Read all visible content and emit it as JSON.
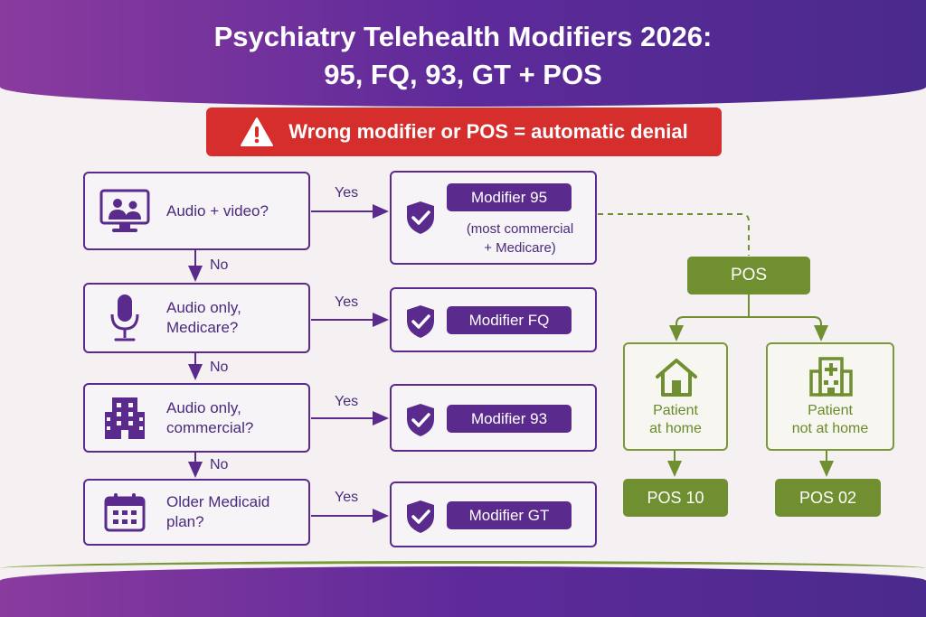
{
  "title": {
    "line1": "Psychiatry Telehealth Modifiers 2026:",
    "line2": "95, FQ, 93, GT + POS"
  },
  "warning": {
    "text": "Wrong modifier or POS = automatic denial",
    "icon": "warning-triangle-icon"
  },
  "questions": [
    {
      "icon": "video-call-icon",
      "line1": "Audio + video?",
      "line2": ""
    },
    {
      "icon": "microphone-icon",
      "line1": "Audio only,",
      "line2": "Medicare?"
    },
    {
      "icon": "building-icon",
      "line1": "Audio only,",
      "line2": "commercial?"
    },
    {
      "icon": "calendar-icon",
      "line1": "Older Medicaid",
      "line2": "plan?"
    }
  ],
  "modifiers": [
    {
      "label": "Modifier 95",
      "note1": "(most commercial",
      "note2": "+ Medicare)"
    },
    {
      "label": "Modifier FQ"
    },
    {
      "label": "Modifier 93"
    },
    {
      "label": "Modifier GT"
    }
  ],
  "yes_label": "Yes",
  "no_label": "No",
  "pos": {
    "root": "POS",
    "home_line1": "Patient",
    "home_line2": "at home",
    "away_line1": "Patient",
    "away_line2": "not at home",
    "home_code": "POS 10",
    "away_code": "POS 02"
  },
  "colors": {
    "purple": "#5a2a8c",
    "green": "#6f8f30",
    "red": "#d62d2d"
  }
}
